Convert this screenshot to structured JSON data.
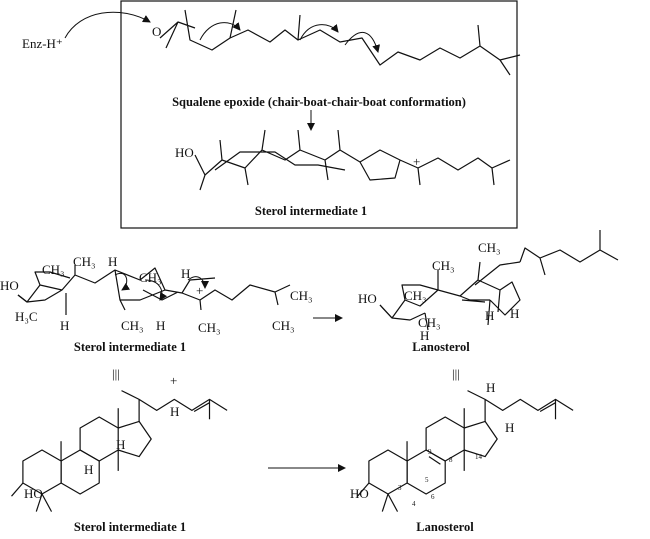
{
  "top_panel": {
    "enzyme_label": "Enz-H⁺",
    "epoxide_oxygen": "O",
    "squalene_caption": "Squalene epoxide (chair-boat-chair-boat conformation)",
    "hydroxyl_label": "HO",
    "charge": "+",
    "intermediate_caption": "Sterol intermediate 1"
  },
  "middle_left": {
    "labels": {
      "ho": "HO",
      "h3c": "H₃C",
      "ch3_a": "CH₃",
      "ch3_b": "CH₃",
      "ch3_c": "CH₃",
      "ch3_d": "CH₃",
      "ch3_e": "CH₃",
      "ch3_f": "CH₃",
      "ch3_g": "CH₃",
      "h_a": "H",
      "h_b": "H",
      "h_c": "H",
      "h_d": "H",
      "charge": "+"
    },
    "caption": "Sterol intermediate 1"
  },
  "middle_right": {
    "labels": {
      "ho": "HO",
      "ch3_a": "CH₃",
      "ch3_b": "CH₃",
      "ch3_c": "CH₃",
      "ch3_d": "CH₃",
      "h_a": "H",
      "h_b": "H",
      "h_c": "H"
    },
    "caption": "Lanosterol"
  },
  "equivalence_symbol": "|||",
  "bottom_left": {
    "labels": {
      "ho": "HO",
      "h_a": "H",
      "h_b": "H",
      "h_c": "H",
      "charge": "+"
    },
    "caption": "Sterol intermediate 1"
  },
  "bottom_right": {
    "labels": {
      "ho": "HO",
      "h_a": "H",
      "h_b": "H"
    },
    "atom_numbers": {
      "n3": "3",
      "n4": "4",
      "n5": "5",
      "n6": "6",
      "n8": "8",
      "n9": "9",
      "n14": "14"
    },
    "caption": "Lanosterol"
  }
}
